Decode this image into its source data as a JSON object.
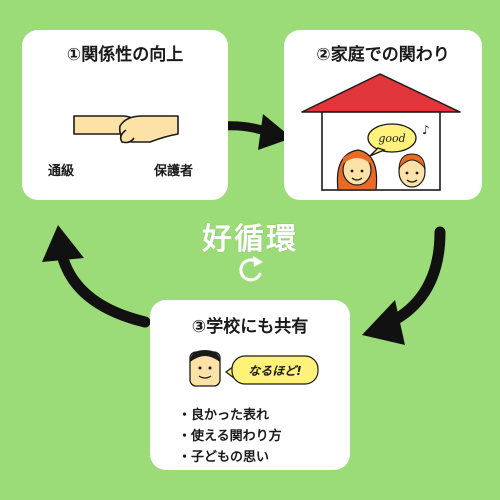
{
  "colors": {
    "background": "#9cdc78",
    "card": "#ffffff",
    "roof": "#e0353a",
    "arrow": "#111111",
    "face": "#fde2a8",
    "hair_orange": "#e86a24",
    "bubble_yellow": "#fff27a"
  },
  "center": {
    "title": "好循環",
    "icon": "cycle-arrow-icon"
  },
  "cards": {
    "relationship": {
      "title": "①関係性の向上",
      "left_label": "通級",
      "right_label": "保護者",
      "icon": "handshake-icon"
    },
    "home": {
      "title": "②家庭での関わり",
      "icon": "house-icon",
      "speech": "good"
    },
    "school": {
      "title": "③学校にも共有",
      "icon": "teacher-face-icon",
      "speech": "なるほど!",
      "bullets": [
        "・良かった表れ",
        "・使える関わり方",
        "・子どもの思い"
      ]
    }
  }
}
